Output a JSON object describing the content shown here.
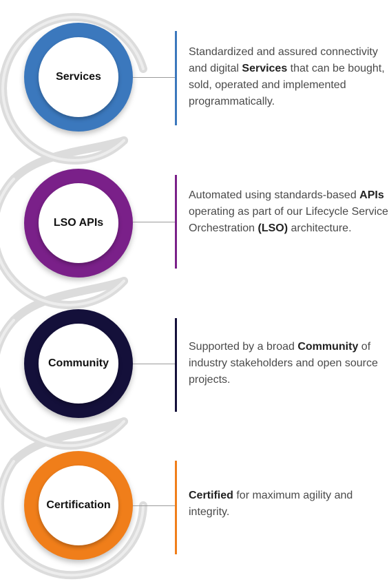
{
  "colors": {
    "track": "#dcdcdc",
    "services": "#3b78bd",
    "lso_apis": "#7a2089",
    "community": "#14103a",
    "certification": "#f07e1a"
  },
  "items": [
    {
      "label": "Services",
      "desc": {
        "pre": "Standardized and assured connectivity and digital ",
        "bold": "Services",
        "post": " that can be bought, sold, operated and implemented programmatically."
      }
    },
    {
      "label": "LSO APIs",
      "desc": {
        "pre": "Automated using standards-based ",
        "bold": "APIs",
        "mid": " operating as part of our Lifecycle Service Orchestration ",
        "bold2": "(LSO)",
        "post": " architecture."
      }
    },
    {
      "label": "Community",
      "desc": {
        "pre": "Supported by a broad ",
        "bold": "Community",
        "post": " of industry stakeholders and open source projects."
      }
    },
    {
      "label": "Certification",
      "desc": {
        "pre": "",
        "bold": "Certified",
        "post": " for maximum agility and integrity."
      }
    }
  ]
}
